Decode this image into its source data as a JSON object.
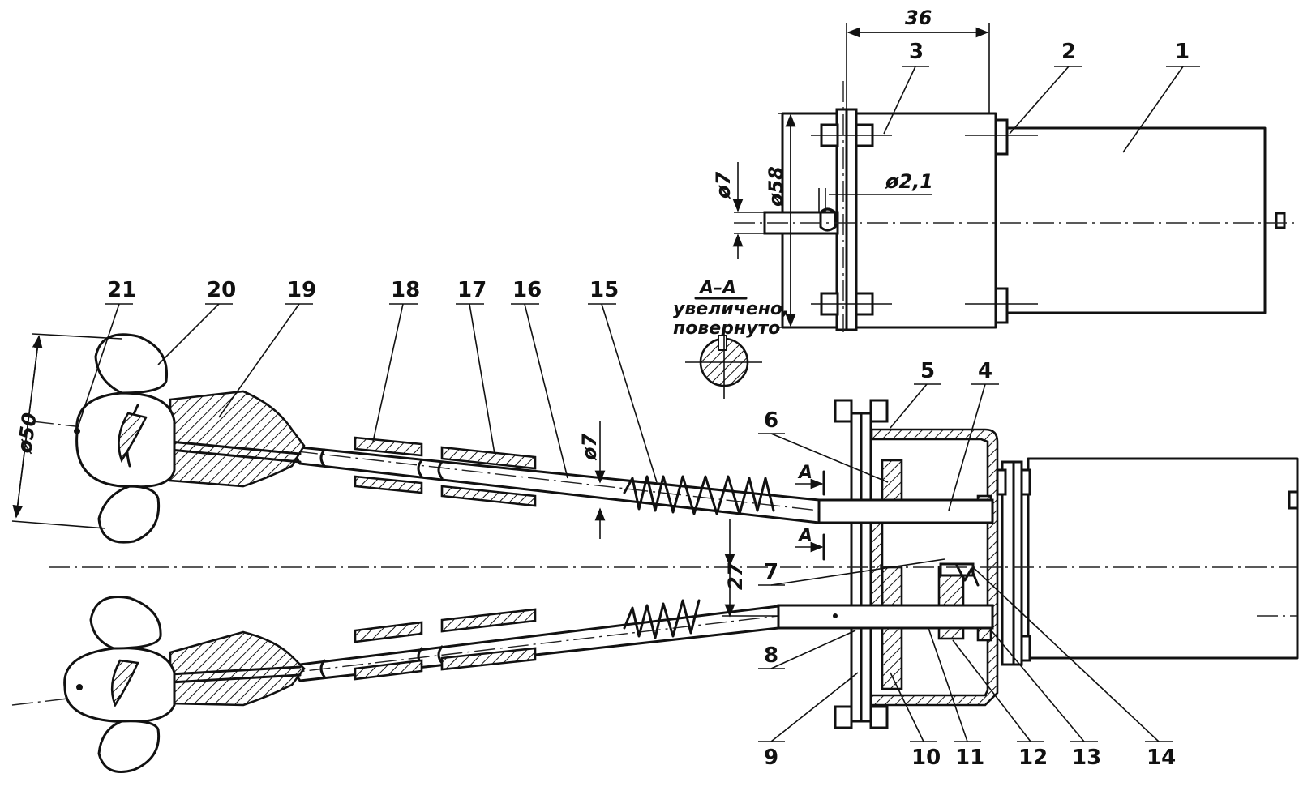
{
  "labels": {
    "n1": "1",
    "n2": "2",
    "n3": "3",
    "n4": "4",
    "n5": "5",
    "n6": "6",
    "n7": "7",
    "n8": "8",
    "n9": "9",
    "n10": "10",
    "n11": "11",
    "n12": "12",
    "n13": "13",
    "n14": "14",
    "n15": "15",
    "n16": "16",
    "n17": "17",
    "n18": "18",
    "n19": "19",
    "n20": "20",
    "n21": "21"
  },
  "dimensions": {
    "width36": "36",
    "dia58": "ø58",
    "dia7_motor": "ø7",
    "dia2_1": "ø2,1",
    "dia50": "ø50",
    "dia7_shaft": "ø7",
    "dist27": "27"
  },
  "section": {
    "title": "А–А",
    "line1": "увеличено,",
    "line2": "повернуто",
    "cut_mark_top": "А",
    "cut_mark_bottom": "А"
  }
}
